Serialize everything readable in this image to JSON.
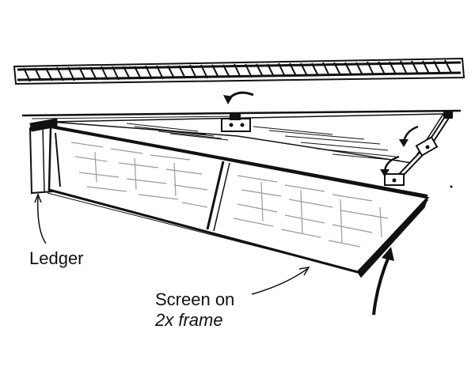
{
  "labels": {
    "ledger": "Ledger",
    "screen_line1": "Screen on",
    "screen_line2": "2x frame"
  },
  "colors": {
    "ink": "#111111",
    "background": "#ffffff",
    "screen_mesh": "#9a9a9a"
  }
}
